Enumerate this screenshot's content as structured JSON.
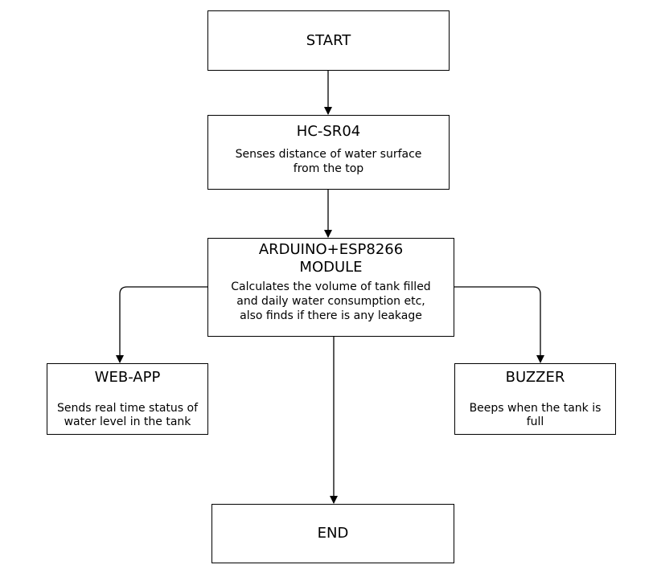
{
  "nodes": {
    "start": {
      "title": "START"
    },
    "sensor": {
      "title": "HC-SR04",
      "desc_line1": "Senses distance of water surface",
      "desc_line2": "from the top"
    },
    "mcu": {
      "title_line1": "ARDUINO+ESP8266",
      "title_line2": "MODULE",
      "desc_line1": "Calculates the volume of tank filled",
      "desc_line2": "and daily water consumption etc,",
      "desc_line3": "also finds if there is any leakage"
    },
    "web": {
      "title": "WEB-APP",
      "desc_line1": "Sends real time status of",
      "desc_line2": "water level in the tank"
    },
    "buzzer": {
      "title": "BUZZER",
      "desc_line1": "Beeps when the tank is",
      "desc_line2": "full"
    },
    "end": {
      "title": "END"
    }
  },
  "edges": [
    {
      "from": "START",
      "to": "HC-SR04"
    },
    {
      "from": "HC-SR04",
      "to": "ARDUINO+ESP8266 MODULE"
    },
    {
      "from": "ARDUINO+ESP8266 MODULE",
      "to": "WEB-APP"
    },
    {
      "from": "ARDUINO+ESP8266 MODULE",
      "to": "BUZZER"
    },
    {
      "from": "ARDUINO+ESP8266 MODULE",
      "to": "END"
    }
  ]
}
